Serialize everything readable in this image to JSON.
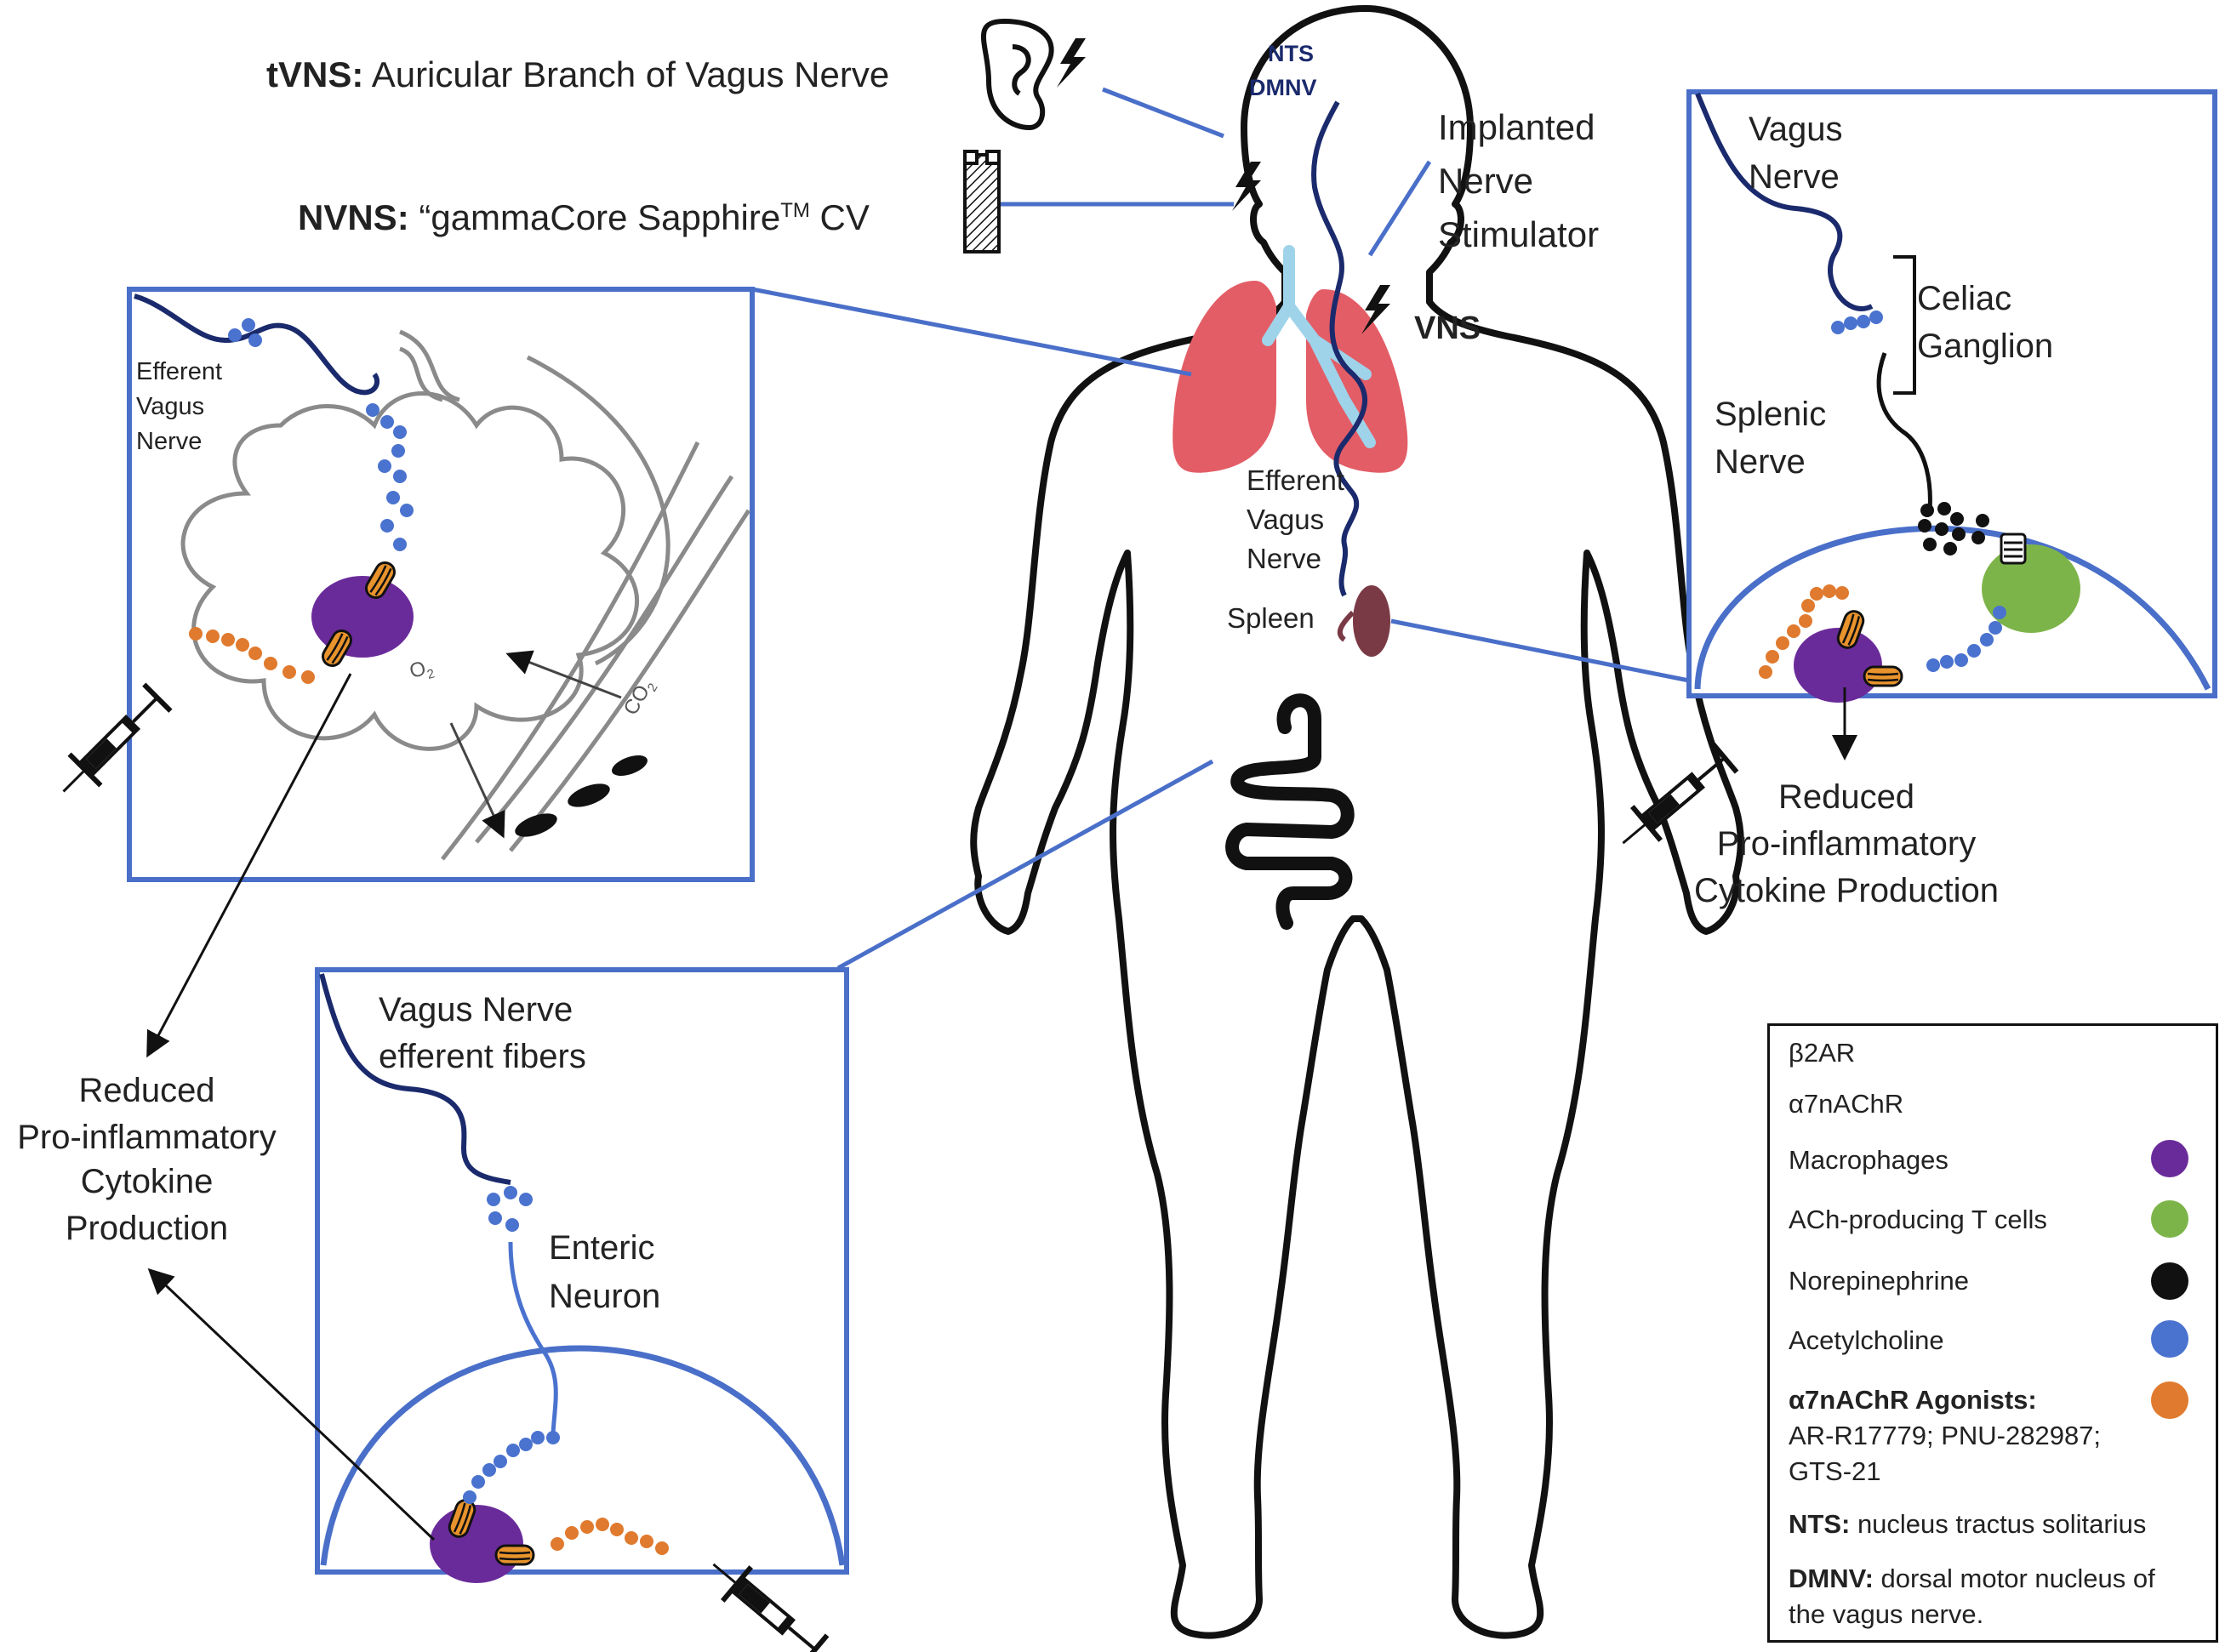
{
  "stimulation": {
    "tvns_bold": "tVNS:",
    "tvns_text": " Auricular Branch of Vagus Nerve",
    "nvns_bold": "NVNS:",
    "nvns_text": " “gammaCore Sapphire",
    "nvns_tm": "TM",
    "nvns_suffix": " CV",
    "nts": "NTS",
    "dmnv": "DMNV",
    "implanted_line1": "Implanted",
    "implanted_line2": "Nerve",
    "implanted_line3": "Stimulator",
    "vns": "VNS"
  },
  "body_labels": {
    "efferent1": "Efferent",
    "efferent2": "Vagus",
    "efferent3": "Nerve",
    "spleen": "Spleen"
  },
  "lung_panel": {
    "efferent1": "Efferent",
    "efferent2": "Vagus",
    "efferent3": "Nerve",
    "o2": "O",
    "o2_sub": "2",
    "co2": "CO",
    "co2_sub": "2"
  },
  "lung_outcome": {
    "line1": "Reduced",
    "line2": "Pro-inflammatory",
    "line3": "Cytokine",
    "line4": "Production"
  },
  "spleen_panel": {
    "vagus1": "Vagus",
    "vagus2": "Nerve",
    "celiac1": "Celiac",
    "celiac2": "Ganglion",
    "splenic1": "Splenic",
    "splenic2": "Nerve"
  },
  "spleen_outcome": {
    "line1": "Reduced",
    "line2": "Pro-inflammatory",
    "line3": "Cytokine Production"
  },
  "gut_panel": {
    "vagus1": "Vagus Nerve",
    "vagus2": "efferent fibers",
    "enteric1": "Enteric",
    "enteric2": "Neuron"
  },
  "legend": {
    "b2ar": "β2AR",
    "a7": "α7nAChR",
    "macrophages": "Macrophages",
    "tcells": "ACh-producing T cells",
    "norepinephrine": "Norepinephrine",
    "acetylcholine": "Acetylcholine",
    "agonists_bold": "α7nAChR Agonists:",
    "agonists_line2": "AR-R17779; PNU-282987;",
    "agonists_line3": "GTS-21",
    "nts_bold": "NTS:",
    "nts_text": " nucleus tractus solitarius",
    "dmnv_bold": "DMNV:",
    "dmnv_text": " dorsal motor nucleus of",
    "dmnv_line2": "the vagus nerve."
  },
  "colors": {
    "panel_blue": "#4a6fc9",
    "nerve_navy": "#1a2a6c",
    "ach_blue": "#4a72cf",
    "macrophage_purple": "#6a2b9a",
    "tcell_green": "#7db44a",
    "agonist_orange": "#e07a2e",
    "receptor_orange": "#e8932c",
    "lung_red": "#e35d66",
    "airway_blue": "#9fd3ea",
    "spleen_brown": "#7a3a45"
  }
}
